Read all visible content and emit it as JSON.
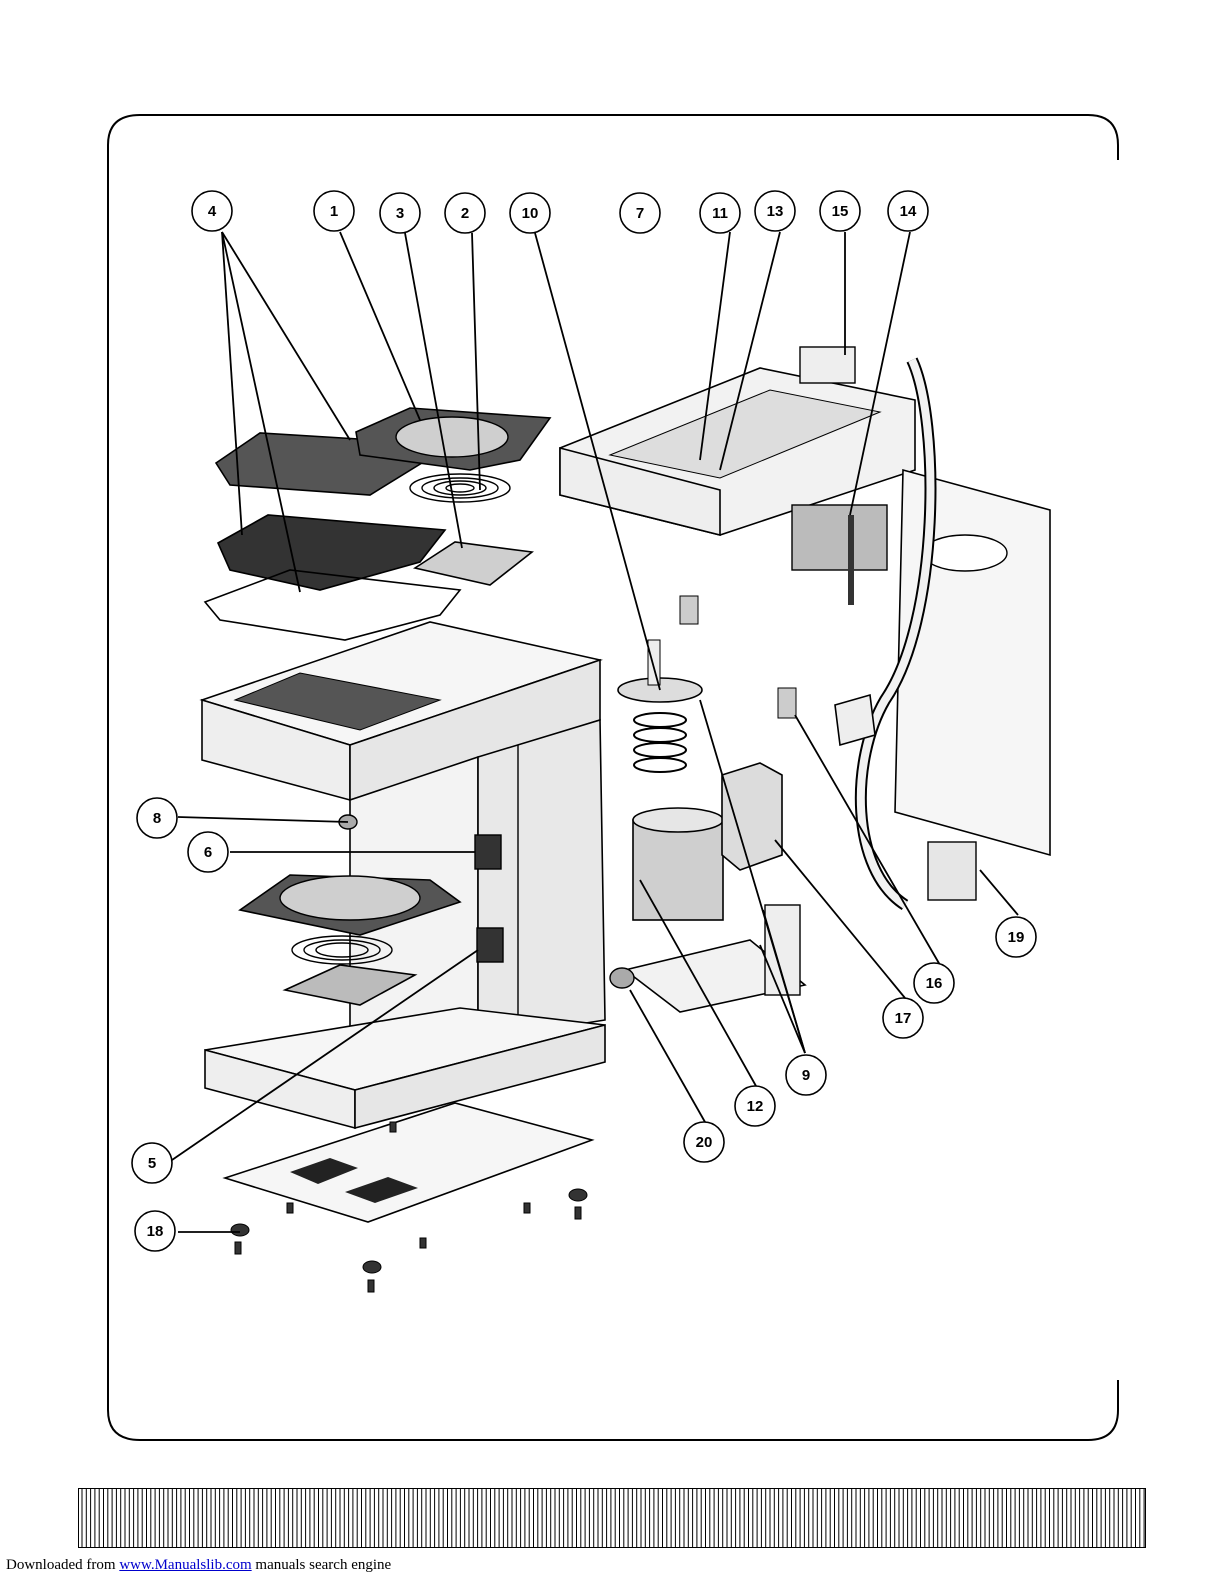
{
  "callouts": [
    {
      "label": "4"
    },
    {
      "label": "1"
    },
    {
      "label": "3"
    },
    {
      "label": "2"
    },
    {
      "label": "10"
    },
    {
      "label": "7"
    },
    {
      "label": "11"
    },
    {
      "label": "13"
    },
    {
      "label": "15"
    },
    {
      "label": "14"
    },
    {
      "label": "8"
    },
    {
      "label": "6"
    },
    {
      "label": "19"
    },
    {
      "label": "16"
    },
    {
      "label": "17"
    },
    {
      "label": "9"
    },
    {
      "label": "12"
    },
    {
      "label": "20"
    },
    {
      "label": "5"
    },
    {
      "label": "18"
    }
  ],
  "footer": {
    "prefix": "Downloaded from ",
    "link": "www.Manualslib.com",
    "suffix": " manuals search engine"
  },
  "colors": {
    "ink": "#000000",
    "part_fill": "#f2f2f2",
    "part_dark": "#333333",
    "link": "#0000cc"
  }
}
